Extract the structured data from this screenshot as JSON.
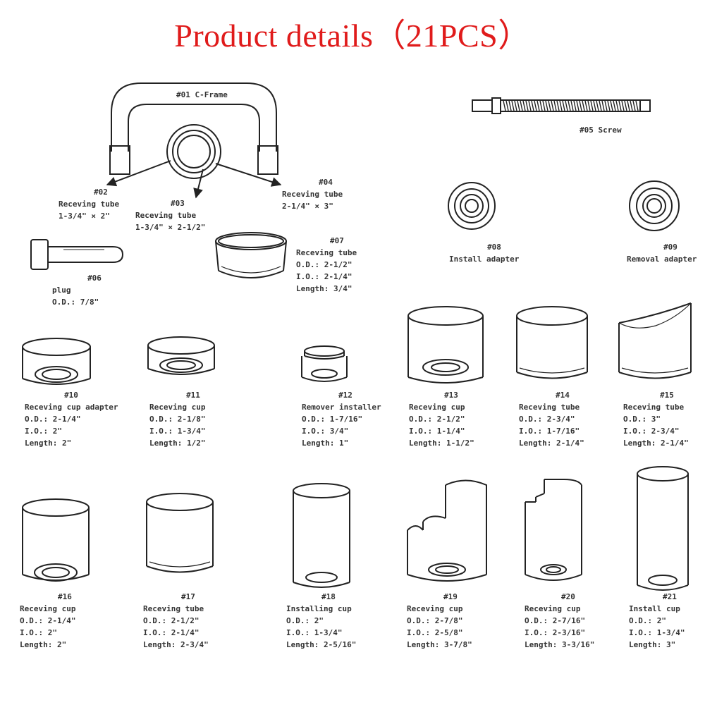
{
  "title": "Product details（21PCS）",
  "colors": {
    "title": "#e01b1b",
    "ink": "#222222"
  },
  "parts": [
    {
      "id": "p01",
      "num": "#01",
      "name": "C-Frame",
      "lines": []
    },
    {
      "id": "p02",
      "num": "#02",
      "name": "Receving tube",
      "lines": [
        "1-3/4\" × 2\""
      ]
    },
    {
      "id": "p03",
      "num": "#03",
      "name": "Receving tube",
      "lines": [
        "1-3/4\" × 2-1/2\""
      ]
    },
    {
      "id": "p04",
      "num": "#04",
      "name": "Receving tube",
      "lines": [
        "2-1/4\" × 3\""
      ]
    },
    {
      "id": "p05",
      "num": "#05",
      "name": "Screw",
      "lines": []
    },
    {
      "id": "p06",
      "num": "#06",
      "name": "plug",
      "lines": [
        "O.D.: 7/8\""
      ]
    },
    {
      "id": "p07",
      "num": "#07",
      "name": "Receving tube",
      "lines": [
        "O.D.: 2-1/2\"",
        "I.O.: 2-1/4\"",
        "Length: 3/4\""
      ]
    },
    {
      "id": "p08",
      "num": "#08",
      "name": "Install adapter",
      "lines": []
    },
    {
      "id": "p09",
      "num": "#09",
      "name": "Removal adapter",
      "lines": []
    },
    {
      "id": "p10",
      "num": "#10",
      "name": "Receving cup adapter",
      "lines": [
        "O.D.: 2-1/4\"",
        "I.O.: 2\"",
        "Length: 2\""
      ]
    },
    {
      "id": "p11",
      "num": "#11",
      "name": "Receving cup",
      "lines": [
        "O.D.: 2-1/8\"",
        "I.O.: 1-3/4\"",
        "Length: 1/2\""
      ]
    },
    {
      "id": "p12",
      "num": "#12",
      "name": "Remover installer",
      "lines": [
        "O.D.: 1-7/16\"",
        "I.O.: 3/4\"",
        "Length: 1\""
      ]
    },
    {
      "id": "p13",
      "num": "#13",
      "name": "Receving cup",
      "lines": [
        "O.D.: 2-1/2\"",
        "I.O.: 1-1/4\"",
        "Length: 1-1/2\""
      ]
    },
    {
      "id": "p14",
      "num": "#14",
      "name": "Receving tube",
      "lines": [
        "O.D.: 2-3/4\"",
        "I.O.: 1-7/16\"",
        "Length: 2-1/4\""
      ]
    },
    {
      "id": "p15",
      "num": "#15",
      "name": "Receving tube",
      "lines": [
        "O.D.: 3\"",
        "I.O.: 2-3/4\"",
        "Length: 2-1/4\""
      ]
    },
    {
      "id": "p16",
      "num": "#16",
      "name": "Receving cup",
      "lines": [
        "O.D.: 2-1/4\"",
        "I.O.: 2\"",
        "Length: 2\""
      ]
    },
    {
      "id": "p17",
      "num": "#17",
      "name": "Receving tube",
      "lines": [
        "O.D.: 2-1/2\"",
        "I.O.: 2-1/4\"",
        "Length: 2-3/4\""
      ]
    },
    {
      "id": "p18",
      "num": "#18",
      "name": "Installing cup",
      "lines": [
        "O.D.: 2\"",
        "I.O.: 1-3/4\"",
        "Length: 2-5/16\""
      ]
    },
    {
      "id": "p19",
      "num": "#19",
      "name": "Receving cup",
      "lines": [
        "O.D.: 2-7/8\"",
        "I.O.: 2-5/8\"",
        "Length: 3-7/8\""
      ]
    },
    {
      "id": "p20",
      "num": "#20",
      "name": "Receving cup",
      "lines": [
        "O.D.: 2-7/16\"",
        "I.O.: 2-3/16\"",
        "Length: 3-3/16\""
      ]
    },
    {
      "id": "p21",
      "num": "#21",
      "name": "Install cup",
      "lines": [
        "O.D.: 2\"",
        "I.O.: 1-3/4\"",
        "Length: 3\""
      ]
    }
  ]
}
